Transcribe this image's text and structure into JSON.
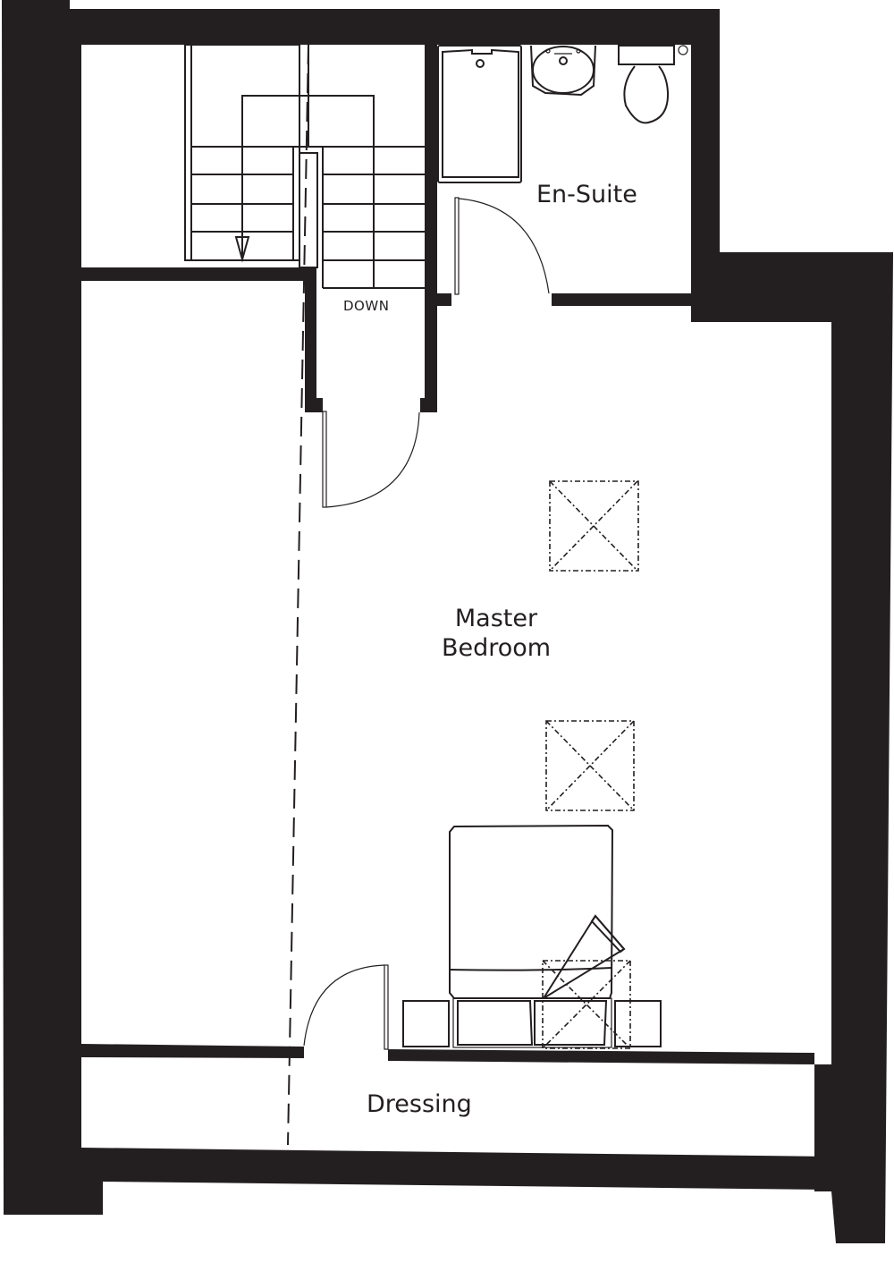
{
  "plan": {
    "type": "floor-plan",
    "level": "upper floor",
    "colors": {
      "wall": "#231f20",
      "background": "#ffffff"
    }
  },
  "rooms": {
    "ensuite": {
      "label": "En-Suite"
    },
    "master_bedroom": {
      "line1": "Master",
      "line2": "Bedroom"
    },
    "dressing": {
      "label": "Dressing"
    }
  },
  "stairs": {
    "label": "DOWN"
  },
  "fixtures": [
    "shower-tray",
    "wash-basin",
    "toilet",
    "double-bed",
    "bedside-table-left",
    "bedside-table-right",
    "velux-window-1",
    "velux-window-2",
    "velux-window-3"
  ]
}
